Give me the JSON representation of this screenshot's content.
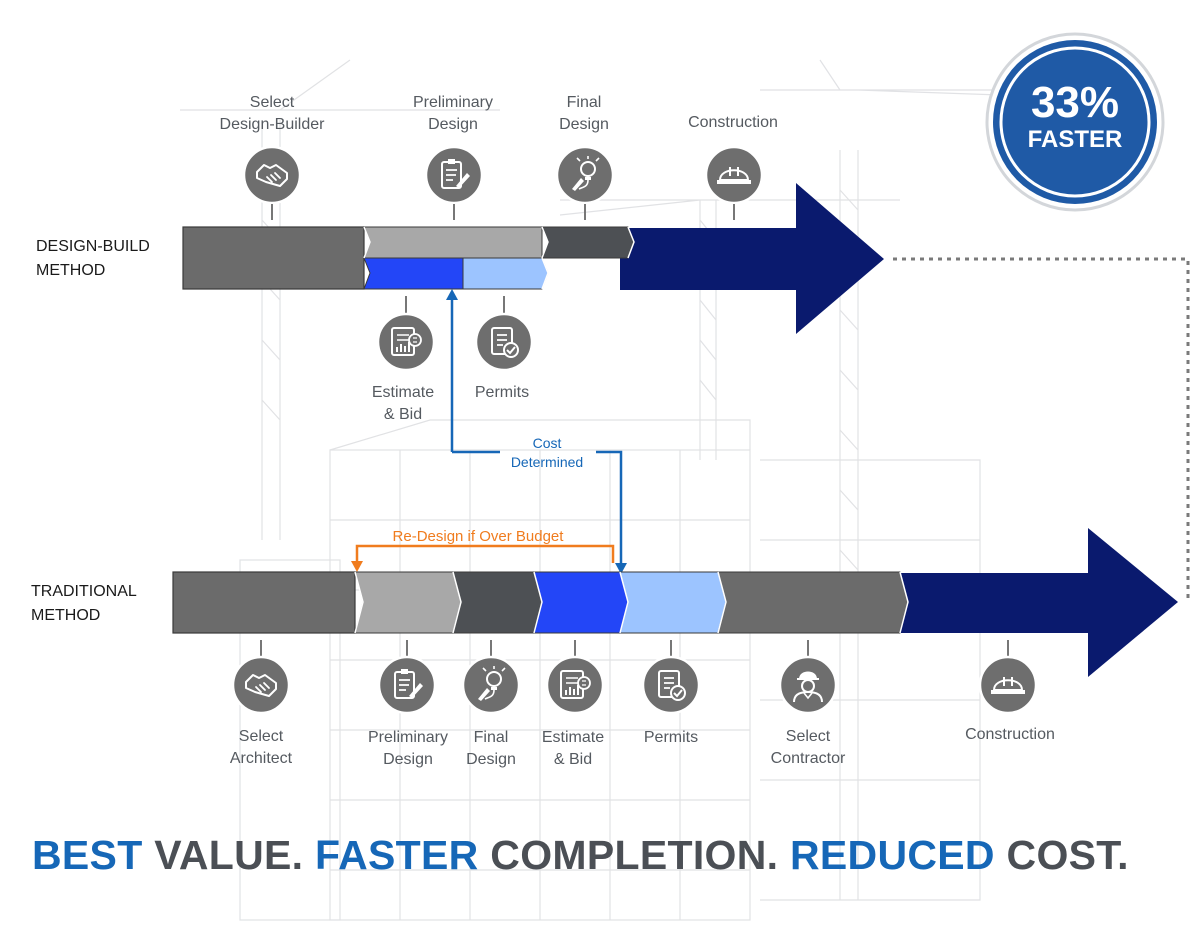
{
  "badge": {
    "percent": "33%",
    "word": "FASTER"
  },
  "design_build": {
    "method_lines": [
      "DESIGN-BUILD",
      "METHOD"
    ],
    "top_steps": [
      {
        "lines": [
          "Select",
          "Design-Builder"
        ],
        "icon": "handshake-icon"
      },
      {
        "lines": [
          "Preliminary",
          "Design"
        ],
        "icon": "design-clipboard-icon"
      },
      {
        "lines": [
          "Final",
          "Design"
        ],
        "icon": "lightbulb-pen-icon"
      },
      {
        "lines": [
          "Construction"
        ],
        "icon": "hard-hat-icon"
      }
    ],
    "bottom_steps": [
      {
        "lines": [
          "Estimate",
          "& Bid"
        ],
        "icon": "estimate-report-icon"
      },
      {
        "lines": [
          "Permits"
        ],
        "icon": "permit-document-icon"
      }
    ]
  },
  "traditional": {
    "method_lines": [
      "TRADITIONAL",
      "METHOD"
    ],
    "steps": [
      {
        "lines": [
          "Select",
          "Architect"
        ],
        "icon": "handshake-icon"
      },
      {
        "lines": [
          "Preliminary",
          "Design"
        ],
        "icon": "design-clipboard-icon"
      },
      {
        "lines": [
          "Final",
          "Design"
        ],
        "icon": "lightbulb-pen-icon"
      },
      {
        "lines": [
          "Estimate",
          "& Bid"
        ],
        "icon": "estimate-report-icon"
      },
      {
        "lines": [
          "Permits"
        ],
        "icon": "permit-document-icon"
      },
      {
        "lines": [
          "Select",
          "Contractor"
        ],
        "icon": "worker-icon"
      },
      {
        "lines": [
          "Construction"
        ],
        "icon": "hard-hat-icon"
      }
    ]
  },
  "cost_determined_lines": [
    "Cost",
    "Determined"
  ],
  "redesign_label": "Re-Design if Over Budget",
  "tagline": [
    {
      "text": "BEST ",
      "tone": "blue"
    },
    {
      "text": "VALUE. ",
      "tone": "gray"
    },
    {
      "text": "FASTER ",
      "tone": "blue"
    },
    {
      "text": "COMPLETION. ",
      "tone": "gray"
    },
    {
      "text": "REDUCED ",
      "tone": "blue"
    },
    {
      "text": "COST.",
      "tone": "gray"
    }
  ],
  "colors": {
    "navy": "#0a1a6e",
    "bright_blue": "#2346f7",
    "light_blue": "#9cc4ff",
    "dark_gray": "#6b6b6b",
    "mid_gray": "#a8a8a8",
    "charcoal": "#4d5054",
    "icon_gray": "#6e6e6e",
    "link_blue": "#1667b7",
    "orange": "#f07c1e"
  }
}
